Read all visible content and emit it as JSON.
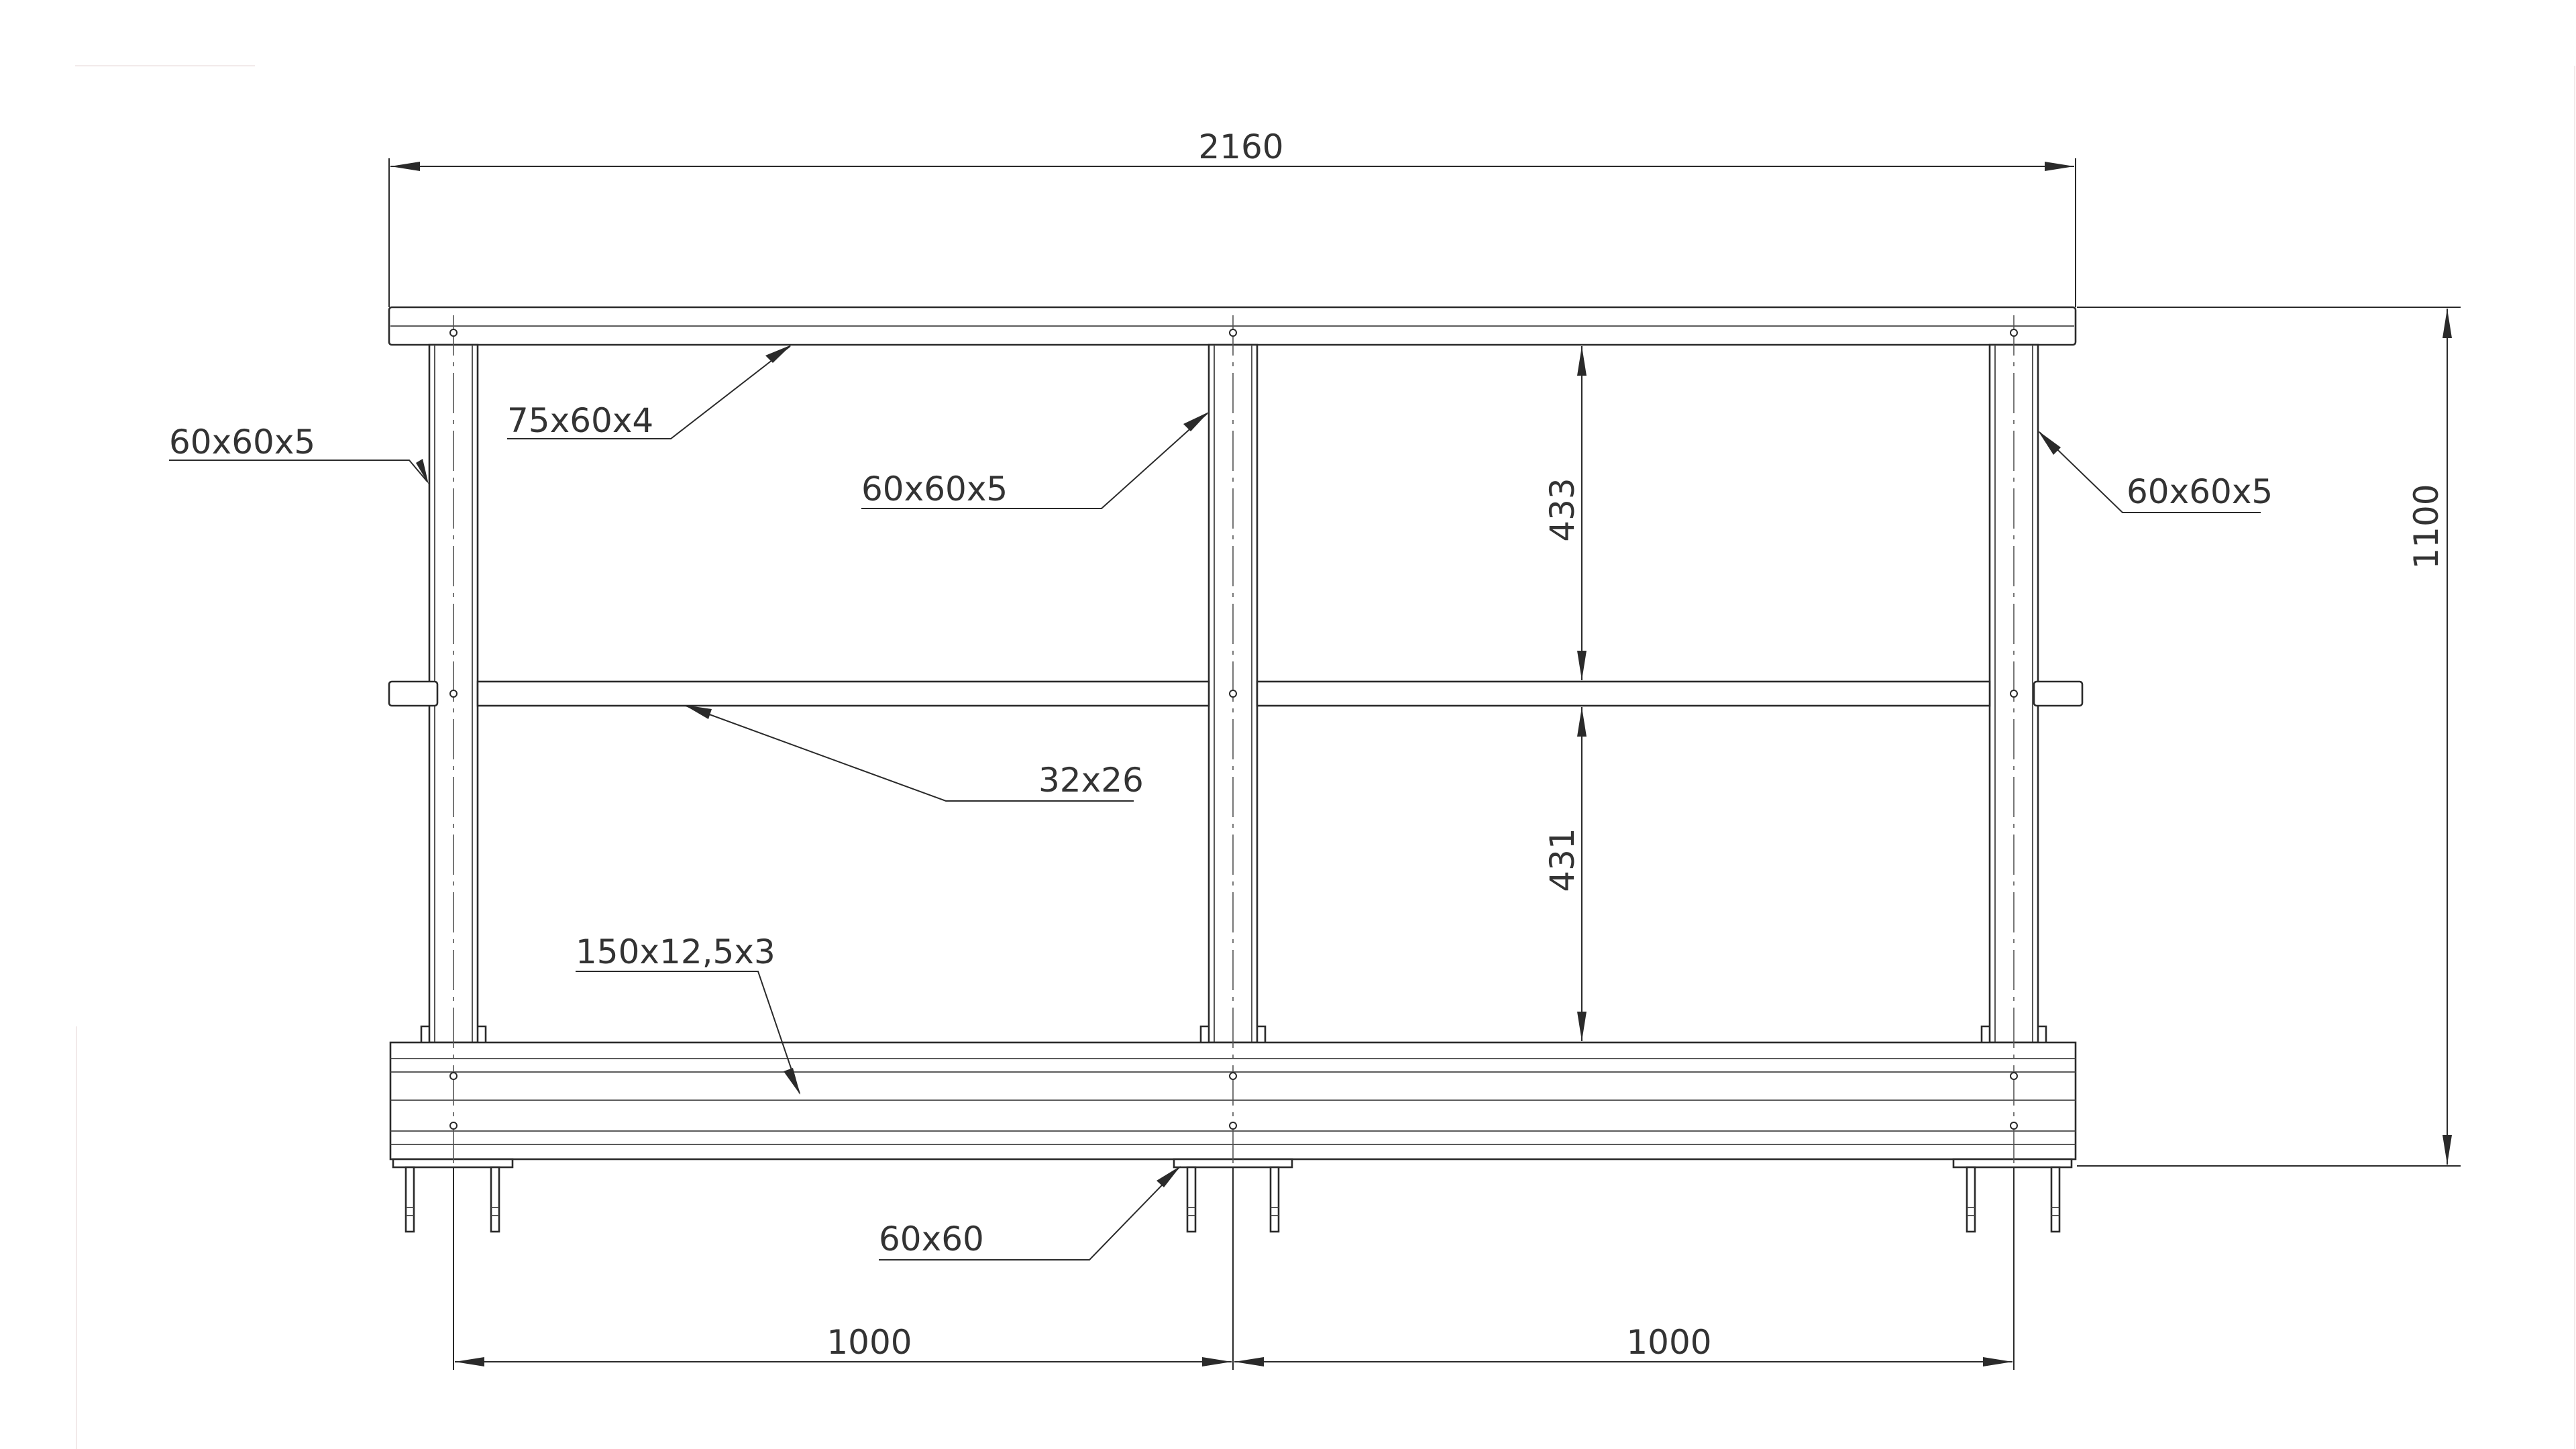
{
  "drawing": {
    "dimensions": {
      "overall_width": "2160",
      "overall_height": "1100",
      "upper_gap": "433",
      "lower_gap": "431",
      "post_spacing_left": "1000",
      "post_spacing_right": "1000"
    },
    "callouts": {
      "left_post": "60x60x5",
      "handrail": "75x60x4",
      "middle_post": "60x60x5",
      "right_post": "60x60x5",
      "knee_rail": "32x26",
      "toe_board": "150x12,5x3",
      "base_plate": "60x60"
    }
  }
}
